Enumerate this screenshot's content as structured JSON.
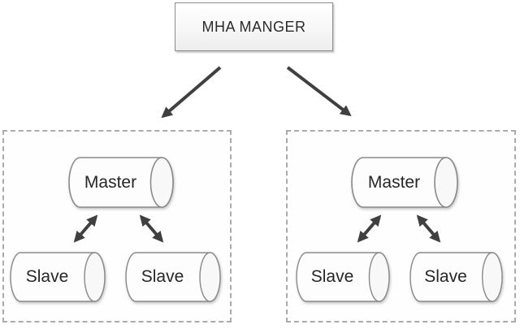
{
  "manager": {
    "label": "MHA MANGER"
  },
  "clusters": [
    {
      "id": "cluster-1",
      "master": {
        "label": "Master"
      },
      "slaves": [
        {
          "label": "Slave"
        },
        {
          "label": "Slave"
        }
      ]
    },
    {
      "id": "cluster-2",
      "master": {
        "label": "Master"
      },
      "slaves": [
        {
          "label": "Slave"
        },
        {
          "label": "Slave"
        }
      ]
    }
  ],
  "relations": [
    "manager -> cluster-1",
    "manager -> cluster-2",
    "cluster-1 master <-> slave-1",
    "cluster-1 master <-> slave-2",
    "cluster-2 master <-> slave-1",
    "cluster-2 master <-> slave-2"
  ],
  "colors": {
    "arrow": "#404040",
    "node_border": "#8a8a8a",
    "cluster_border": "#ababab",
    "text": "#262626",
    "background": "#ffffff"
  }
}
